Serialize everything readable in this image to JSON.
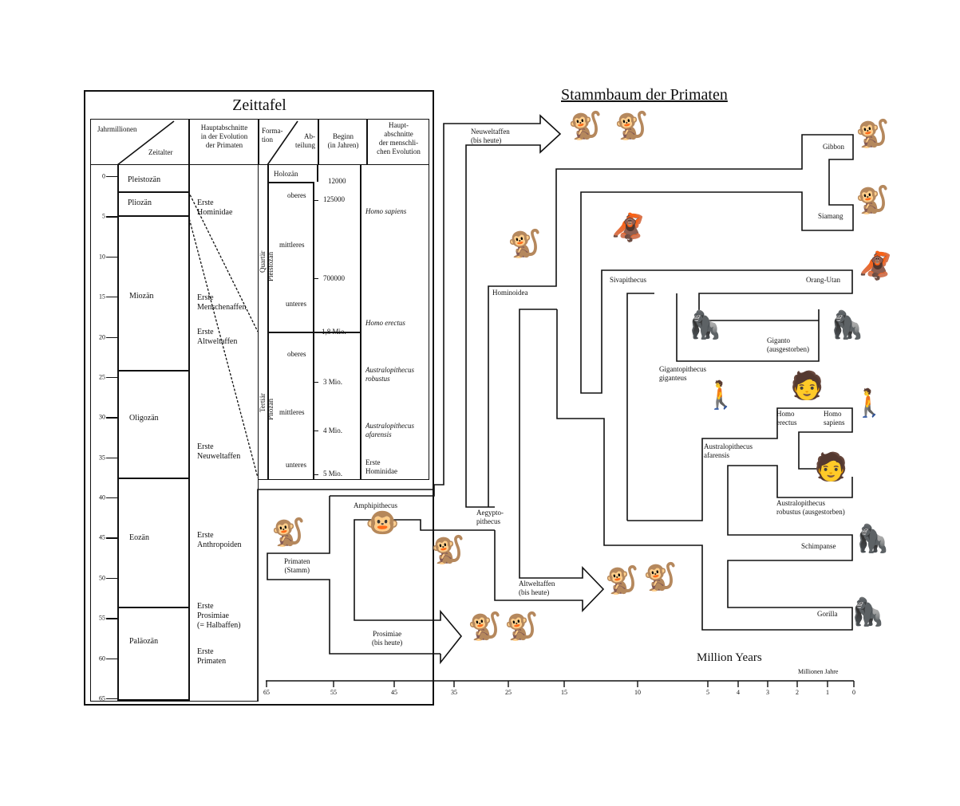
{
  "zeittafel": {
    "title": "Zeittafel",
    "headers": {
      "jahrmillionen": "Jahrmillionen",
      "zeitalter": "Zeitalter",
      "hauptabschnitte_primaten": [
        "Hauptabschnitte",
        "in der Evolution",
        "der Primaten"
      ],
      "formation": [
        "Forma-",
        "tion"
      ],
      "abteilung": [
        "Ab-",
        "teilung"
      ],
      "beginn": [
        "Beginn",
        "(in Jahren)"
      ],
      "hauptabschnitte_mensch": [
        "Haupt-",
        "abschnitte",
        "der menschli-",
        "chen Evolution"
      ]
    },
    "ma_ticks": [
      "0",
      "5",
      "10",
      "15",
      "20",
      "25",
      "30",
      "35",
      "40",
      "45",
      "50",
      "55",
      "60",
      "65"
    ],
    "epochs": [
      {
        "name": "Pleistozän"
      },
      {
        "name": "Pliozän"
      },
      {
        "name": "Miozän"
      },
      {
        "name": "Oligozän"
      },
      {
        "name": "Eozän"
      },
      {
        "name": "Paläozän"
      }
    ],
    "primate_milestones": [
      [
        "Erste",
        "Hominidae"
      ],
      [
        "Erste",
        "Menschenaffen"
      ],
      [
        "Erste",
        "Altweltaffen"
      ],
      [
        "Erste",
        "Neuweltaffen"
      ],
      [
        "Erste",
        "Anthropoiden"
      ],
      [
        "Erste",
        "Prosimiae",
        "(= Halbaffen)"
      ],
      [
        "Erste",
        "Primaten"
      ]
    ],
    "formations": [
      {
        "formation": "Quartär",
        "abteilung": "Pleistozän",
        "sub": [
          "oberes",
          "mittleres",
          "unteres"
        ]
      },
      {
        "formation": "Tertiär",
        "abteilung": "Pliozän",
        "sub": [
          "oberes",
          "mittleres",
          "unteres"
        ]
      }
    ],
    "holozaen": "Holozän",
    "beginn_values": [
      "12000",
      "125000",
      "700000",
      "1,8 Mio.",
      "3 Mio.",
      "4 Mio.",
      "5 Mio."
    ],
    "human_evolution": [
      {
        "lines": [
          "Homo sapiens"
        ],
        "italic": true
      },
      {
        "lines": [
          "Homo erectus"
        ],
        "italic": true
      },
      {
        "lines": [
          "Australopithecus",
          "robustus"
        ],
        "italic": true
      },
      {
        "lines": [
          "Australopithecus",
          "afarensis"
        ],
        "italic": true
      },
      {
        "lines": [
          "Erste",
          "Hominidae"
        ],
        "italic": false
      }
    ]
  },
  "stammbaum": {
    "title": "Stammbaum der Primaten",
    "nodes": {
      "primaten": [
        "Primaten",
        "(Stamm)"
      ],
      "amphipithecus": "Amphipithecus",
      "prosimiae": [
        "Prosimiae",
        "(bis heute)"
      ],
      "aegyptopithecus": [
        "Aegypto-",
        "pithecus"
      ],
      "neuweltaffen": [
        "Neuweltaffen",
        "(bis heute)"
      ],
      "altweltaffen": [
        "Altweltaffen",
        "(bis heute)"
      ],
      "hominoidea": "Hominoidea",
      "gibbon": "Gibbon",
      "siamang": "Siamang",
      "sivapithecus": "Sivapithecus",
      "orang_utan": "Orang-Utan",
      "giganto": [
        "Giganto",
        "(ausgestorben)"
      ],
      "gigantopithecus": [
        "Gigantopithecus",
        "giganteus"
      ],
      "homo_erectus": [
        "Homo",
        "erectus"
      ],
      "homo_sapiens": [
        "Homo",
        "sapiens"
      ],
      "australopithecus_afarensis": [
        "Australopithecus",
        "afarensis"
      ],
      "australopithecus_robustus": [
        "Australopithecus",
        "robustus",
        "(ausgestorben)"
      ],
      "schimpanse": "Schimpanse",
      "gorilla": "Gorilla"
    },
    "axis": {
      "title": "Million Years",
      "unit_label": "Millionen Jahre",
      "ticks": [
        "65",
        "55",
        "45",
        "35",
        "25",
        "15",
        "10",
        "5",
        "4",
        "3",
        "2",
        "1",
        "0"
      ]
    },
    "animal_icons": [
      "monkey-icon",
      "lemur-icon",
      "ape-icon",
      "hominid-icon"
    ]
  }
}
